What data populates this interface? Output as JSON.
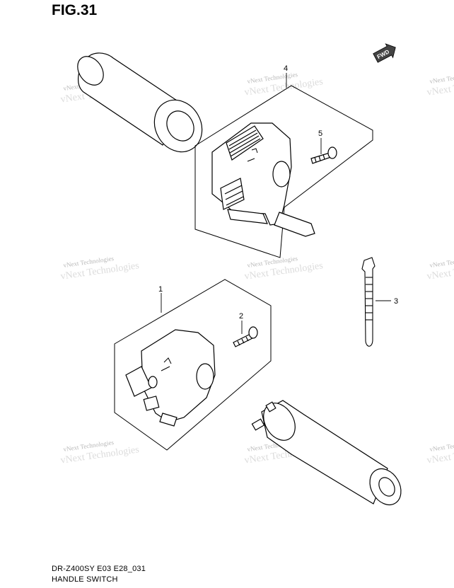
{
  "figure": {
    "title": "FIG.31"
  },
  "footer": {
    "model_code": "DR-Z400SY E03 E28_031",
    "assembly_name": "HANDLE SWITCH"
  },
  "fwd_badge": {
    "label": "FWD"
  },
  "callouts": [
    {
      "number": "1",
      "part": "left-handle-switch"
    },
    {
      "number": "2",
      "part": "left-switch-screw"
    },
    {
      "number": "3",
      "part": "cable-tie"
    },
    {
      "number": "4",
      "part": "right-handle-switch"
    },
    {
      "number": "5",
      "part": "right-switch-screw"
    }
  ],
  "watermark": {
    "line1": "vNext Technologies",
    "line2": "vNext Technologies"
  },
  "colors": {
    "line": "#000000",
    "watermark": "#b8b8b8",
    "background": "#ffffff"
  }
}
